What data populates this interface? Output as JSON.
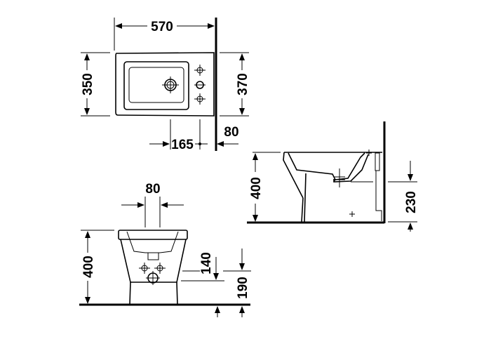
{
  "drawing": {
    "top_view": {
      "width": "570",
      "depth": "350",
      "depth_to_wall": "370",
      "outlet_offset": "165",
      "wall_offset": "80"
    },
    "front_view": {
      "tap_spacing": "80",
      "height": "400",
      "outlet_height": "140",
      "supply_height": "190"
    },
    "side_view": {
      "height": "400",
      "outlet_height": "230"
    }
  }
}
